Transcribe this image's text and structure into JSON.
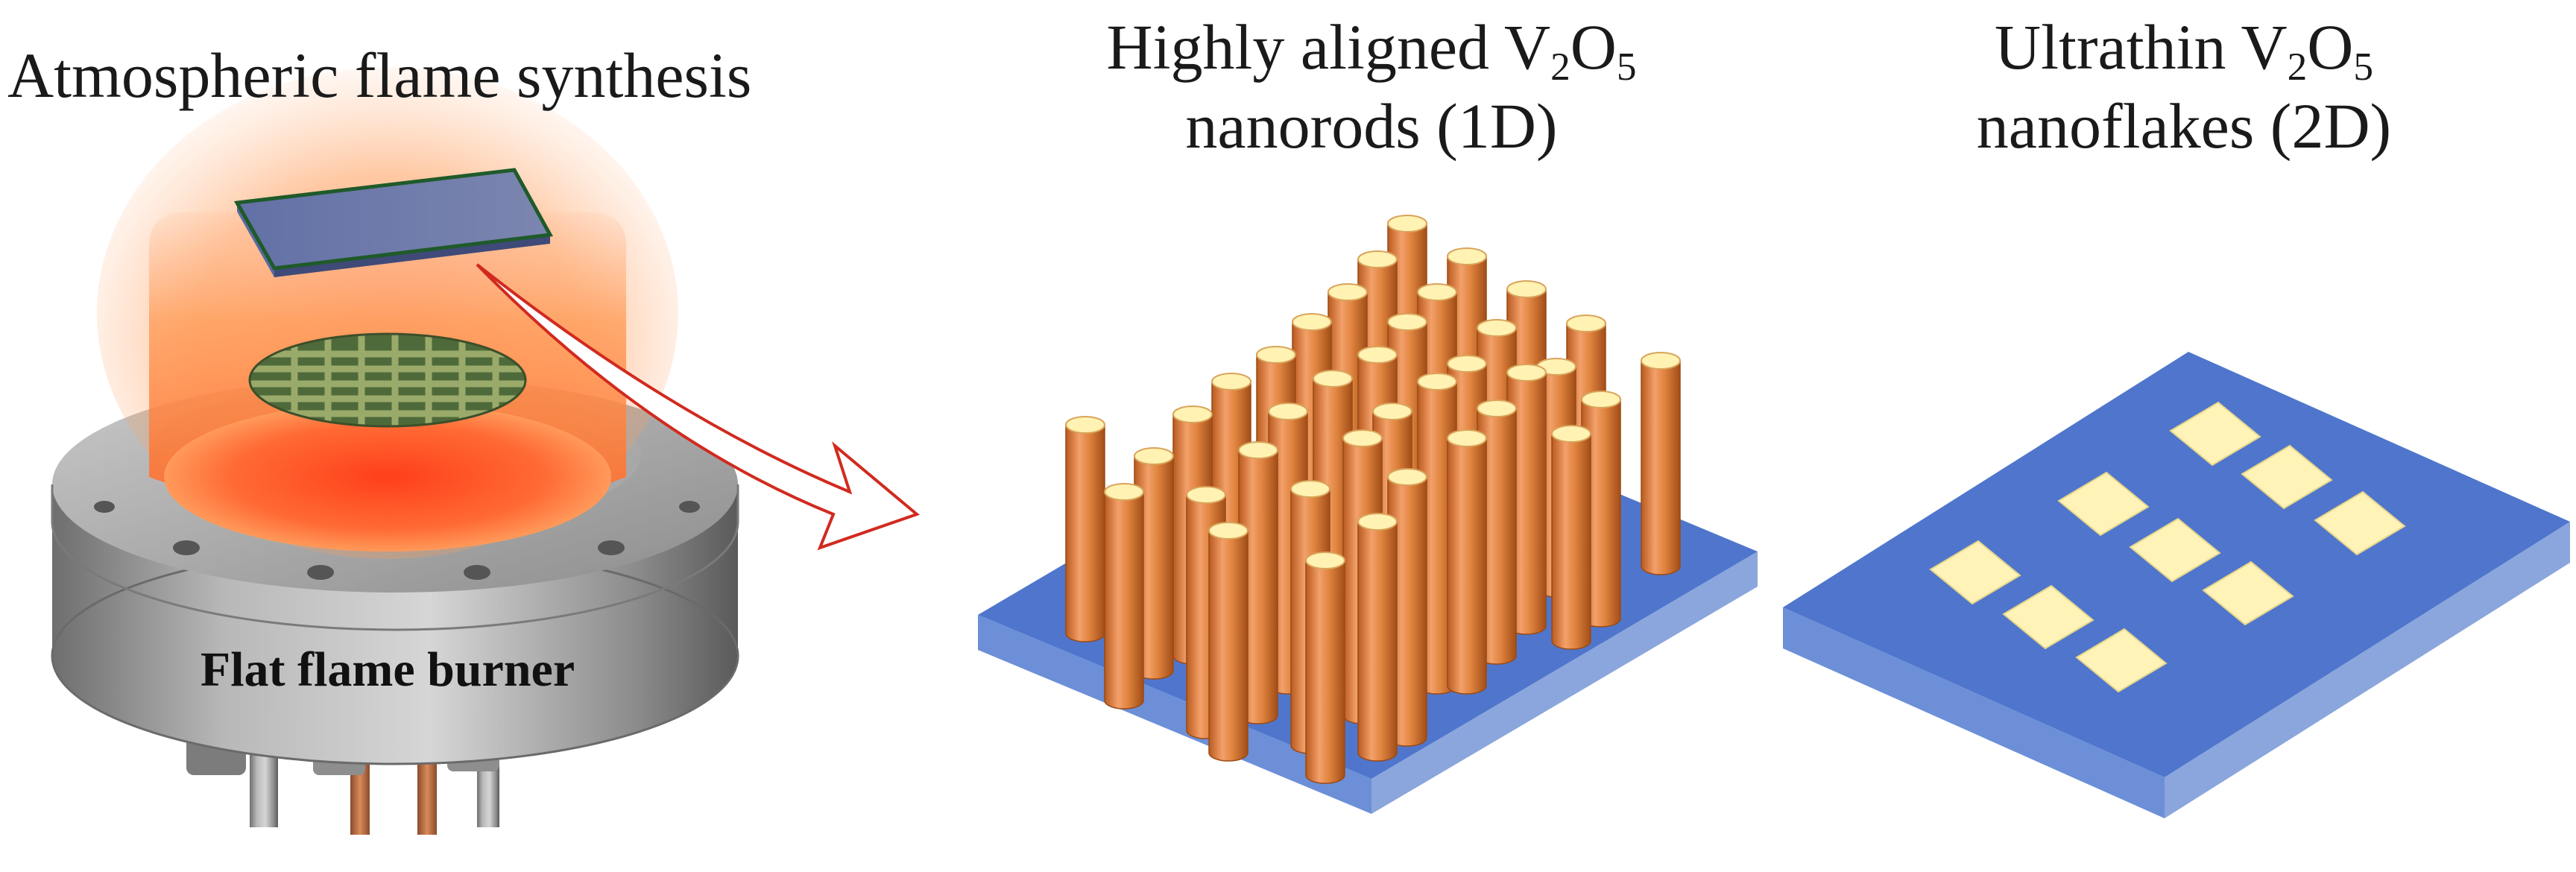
{
  "captions": {
    "synthesis": "Atmospheric flame synthesis",
    "nanorods_line1_prefix": "Highly aligned V",
    "nanorods_sub1": "2",
    "nanorods_mid": "O",
    "nanorods_sub2": "5",
    "nanorods_line2": "nanorods (1D)",
    "nanoflakes_line1_prefix": "Ultrathin V",
    "nanoflakes_sub1": "2",
    "nanoflakes_mid": "O",
    "nanoflakes_sub2": "5",
    "nanoflakes_line2": "nanoflakes (2D)"
  },
  "burner": {
    "label": "Flat flame burner"
  },
  "colors": {
    "substrate_top": "#4f76cc",
    "substrate_side": "#8aa6dc",
    "rod_body": "#e0843f",
    "rod_top": "#fff2b3",
    "flake": "#fff3b8",
    "flame": "#ff7a30",
    "arrow": "#d12a1f",
    "burner_metal": "#9a9a9a"
  },
  "icons": {
    "flame": "flame-glow-icon",
    "arrow": "curved-arrow-icon",
    "burner": "flat-flame-burner-icon",
    "substrate": "substrate-plate-icon",
    "mesh": "mesh-grid-icon"
  }
}
